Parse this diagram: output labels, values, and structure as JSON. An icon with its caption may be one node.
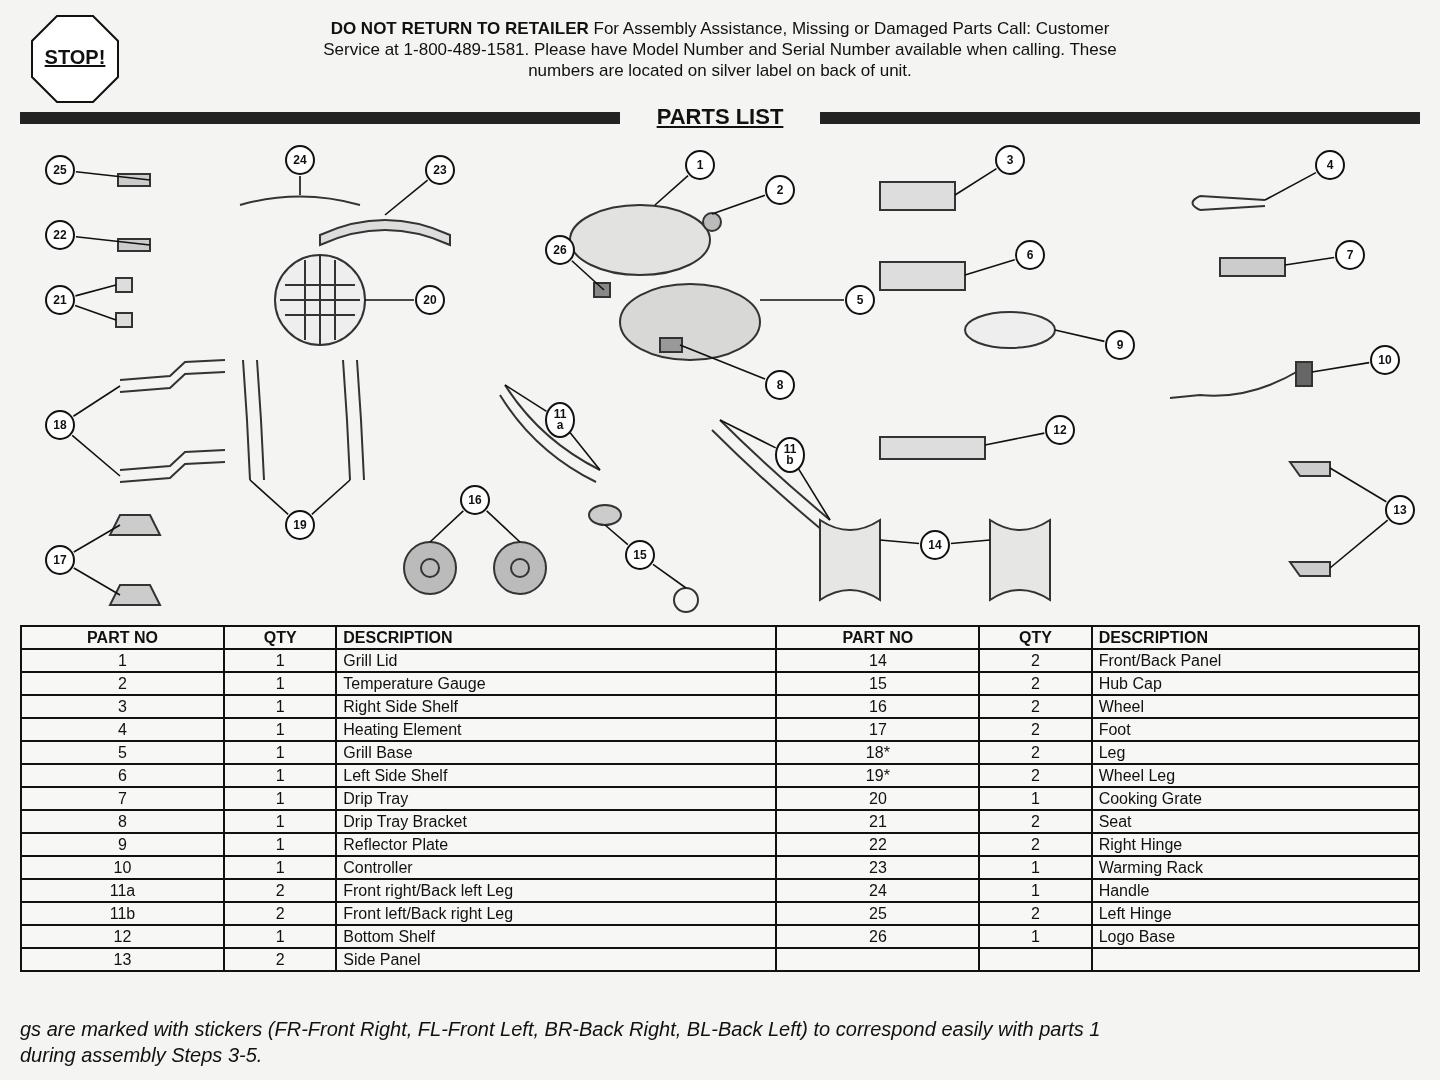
{
  "diagram": {
    "title": "PARTS LIST",
    "nodes": [
      {
        "text": [
          "STOP!"
        ]
      },
      {
        "text": [
          "1"
        ]
      },
      {
        "text": [
          "2"
        ]
      },
      {
        "text": [
          "3"
        ]
      },
      {
        "text": [
          "4"
        ]
      },
      {
        "text": [
          "5"
        ]
      },
      {
        "text": [
          "6"
        ]
      },
      {
        "text": [
          "7"
        ]
      },
      {
        "text": [
          "8"
        ]
      },
      {
        "text": [
          "9"
        ]
      },
      {
        "text": [
          "10"
        ]
      },
      {
        "text": [
          "11 a"
        ]
      },
      {
        "text": [
          "11 b"
        ]
      },
      {
        "text": [
          "12"
        ]
      },
      {
        "text": [
          "13"
        ]
      },
      {
        "text": [
          "14"
        ]
      },
      {
        "text": [
          "15"
        ]
      },
      {
        "text": [
          "16"
        ]
      },
      {
        "text": [
          "17"
        ]
      },
      {
        "text": [
          "18"
        ]
      },
      {
        "text": [
          "19"
        ]
      },
      {
        "text": [
          "20"
        ]
      },
      {
        "text": [
          "21"
        ]
      },
      {
        "text": [
          "22"
        ]
      },
      {
        "text": [
          "23"
        ]
      },
      {
        "text": [
          "24"
        ]
      },
      {
        "text": [
          "25"
        ]
      },
      {
        "text": [
          "26"
        ]
      }
    ],
    "edges": [
      {
        "from": 1,
        "to": null,
        "arrow": "none"
      },
      {
        "from": 2,
        "to": null,
        "arrow": "none"
      },
      {
        "from": 3,
        "to": null,
        "arrow": "none"
      },
      {
        "from": 4,
        "to": null,
        "arrow": "none"
      },
      {
        "from": 5,
        "to": null,
        "arrow": "none"
      },
      {
        "from": 6,
        "to": null,
        "arrow": "none"
      },
      {
        "from": 7,
        "to": null,
        "arrow": "none"
      },
      {
        "from": 8,
        "to": null,
        "arrow": "none"
      },
      {
        "from": 9,
        "to": null,
        "arrow": "none"
      },
      {
        "from": 10,
        "to": null,
        "arrow": "none"
      },
      {
        "from": 11,
        "to": null,
        "arrow": "none"
      },
      {
        "from": 11,
        "to": null,
        "arrow": "none"
      },
      {
        "from": 12,
        "to": null,
        "arrow": "none"
      },
      {
        "from": 12,
        "to": null,
        "arrow": "none"
      },
      {
        "from": 13,
        "to": null,
        "arrow": "none"
      },
      {
        "from": 14,
        "to": null,
        "arrow": "none"
      },
      {
        "from": 14,
        "to": null,
        "arrow": "none"
      },
      {
        "from": 15,
        "to": null,
        "arrow": "none"
      },
      {
        "from": 15,
        "to": null,
        "arrow": "none"
      },
      {
        "from": 16,
        "to": null,
        "arrow": "none"
      },
      {
        "from": 16,
        "to": null,
        "arrow": "none"
      },
      {
        "from": 17,
        "to": null,
        "arrow": "none"
      },
      {
        "from": 17,
        "to": null,
        "arrow": "none"
      },
      {
        "from": 18,
        "to": null,
        "arrow": "none"
      },
      {
        "from": 18,
        "to": null,
        "arrow": "none"
      },
      {
        "from": 19,
        "to": null,
        "arrow": "none"
      },
      {
        "from": 19,
        "to": null,
        "arrow": "none"
      },
      {
        "from": 20,
        "to": null,
        "arrow": "none"
      },
      {
        "from": 20,
        "to": null,
        "arrow": "none"
      },
      {
        "from": 21,
        "to": null,
        "arrow": "none"
      },
      {
        "from": 22,
        "to": null,
        "arrow": "none"
      },
      {
        "from": 22,
        "to": null,
        "arrow": "none"
      },
      {
        "from": 23,
        "to": null,
        "arrow": "none"
      },
      {
        "from": 24,
        "to": null,
        "arrow": "none"
      },
      {
        "from": 25,
        "to": null,
        "arrow": "none"
      },
      {
        "from": 26,
        "to": null,
        "arrow": "none"
      },
      {
        "from": 27,
        "to": null,
        "arrow": "none"
      }
    ],
    "labels": [
      "**DO NOT RETURN TO RETAILER** For Assembly Assistance, Missing or Damaged Parts Call: Customer Service at 1-800-489-1581. Please have Model Number and Serial Number available when calling. These numbers are located on silver label on back of unit.",
      "PART NO",
      "QTY",
      "DESCRIPTION",
      "PART NO",
      "QTY",
      "DESCRIPTION",
      "1",
      "1",
      "Grill Lid",
      "14",
      "2",
      "Front/Back Panel",
      "2",
      "1",
      "Temperature Gauge",
      "15",
      "2",
      "Hub Cap",
      "3",
      "1",
      "Right Side Shelf",
      "16",
      "2",
      "Wheel",
      "4",
      "1",
      "Heating Element",
      "17",
      "2",
      "Foot",
      "5",
      "1",
      "Grill Base",
      "18*",
      "2",
      "Leg",
      "6",
      "1",
      "Left Side Shelf",
      "19*",
      "2",
      "Wheel Leg",
      "7",
      "1",
      "Drip Tray",
      "20",
      "1",
      "Cooking Grate",
      "8",
      "1",
      "Drip Tray Bracket",
      "21",
      "2",
      "Seat",
      "9",
      "1",
      "Reflector Plate",
      "22",
      "2",
      "Right Hinge",
      "10",
      "1",
      "Controller",
      "23",
      "1",
      "Warming Rack",
      "11a",
      "2",
      "Front right/Back left Leg",
      "24",
      "1",
      "Handle",
      "11b",
      "2",
      "Front left/Back right Leg",
      "25",
      "2",
      "Left Hinge",
      "12",
      "1",
      "Bottom Shelf",
      "26",
      "1",
      "Logo Base",
      "13",
      "2",
      "Side Panel",
      "gs are marked with stickers (FR-Front Right, FL-Front Left, BR-Back Right, BL-Back Left) to correspond easily with parts 1",
      "during assembly Steps 3-5."
    ]
  }
}
